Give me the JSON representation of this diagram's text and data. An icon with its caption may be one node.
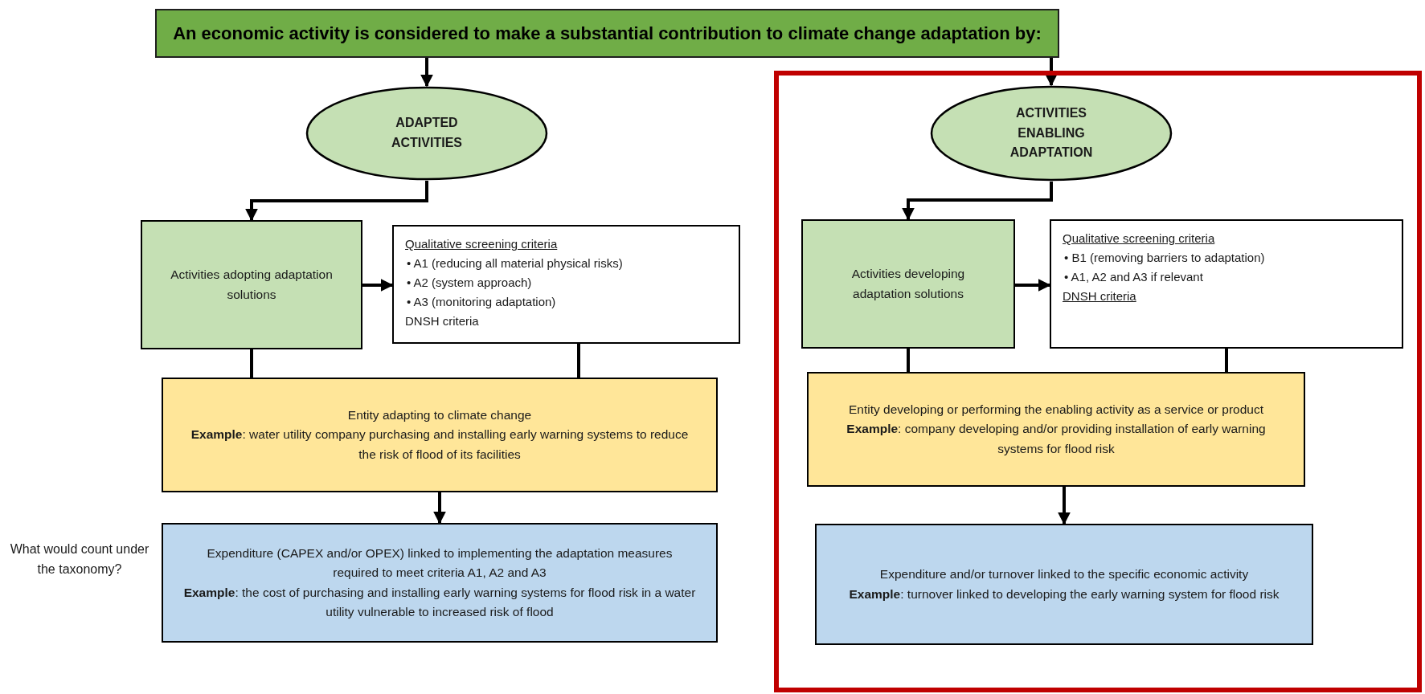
{
  "diagram": {
    "nodes": [
      {
        "text": [
          "An economic activity is considered to make a substantial contribution to climate change adaptation by:"
        ]
      },
      {
        "text": [
          "ADAPTED ACTIVITIES"
        ]
      },
      {
        "text": [
          "Activities adopting adaptation solutions"
        ]
      },
      {
        "text": [
          "Qualitative screening criteria",
          "• A1 (reducing all material physical risks)",
          "• A2 (system approach)",
          "• A3 (monitoring adaptation)",
          "DNSH criteria"
        ]
      },
      {
        "text": [
          "Entity adapting to climate change",
          "**Example**: water utility company purchasing and installing early warning systems to reduce the risk of flood of its facilities"
        ]
      },
      {
        "text": [
          "Expenditure (CAPEX and/or OPEX) linked to implementing the adaptation measures required to meet criteria A1, A2 and A3",
          "**Example**: the cost of purchasing and installing early warning systems for flood risk in a water utility vulnerable to increased risk of flood"
        ]
      },
      {
        "text": [],
        "shape": "box"
      },
      {
        "text": [
          "ACTIVITIES ENABLING ADAPTATION"
        ],
        "in": 6
      },
      {
        "text": [
          "Activities developing adaptation solutions"
        ],
        "in": 6
      },
      {
        "text": [
          "Qualitative screening criteria",
          "• B1 (removing barriers to adaptation)",
          "• A1, A2 and A3 if relevant",
          "DNSH criteria"
        ],
        "in": 6
      },
      {
        "text": [
          "Entity developing or performing the enabling activity as a service or product",
          "**Example**: company developing and/or providing installation of early warning systems for flood risk"
        ],
        "in": 6
      },
      {
        "text": [
          "Expenditure and/or turnover linked to the specific economic activity",
          "**Example**: turnover linked to developing the early warning system for flood risk"
        ],
        "in": 6
      }
    ],
    "edges": [
      {
        "from": 0,
        "to": 1,
        "arrow": "to"
      },
      {
        "from": 0,
        "to": 7,
        "arrow": "to"
      },
      {
        "from": 1,
        "to": 2,
        "arrow": "to"
      },
      {
        "from": 2,
        "to": 3,
        "arrow": "to"
      },
      {
        "from": 2,
        "to": 4,
        "arrow": "none"
      },
      {
        "from": 3,
        "to": 4,
        "arrow": "none"
      },
      {
        "from": 4,
        "to": 5,
        "arrow": "to"
      },
      {
        "from": 7,
        "to": 8,
        "arrow": "to"
      },
      {
        "from": 8,
        "to": 9,
        "arrow": "to"
      },
      {
        "from": 8,
        "to": 10,
        "arrow": "none"
      },
      {
        "from": 9,
        "to": 10,
        "arrow": "none"
      },
      {
        "from": 10,
        "to": 11,
        "arrow": "to"
      }
    ],
    "labels": [
      "What would count under the taxonomy?"
    ]
  }
}
